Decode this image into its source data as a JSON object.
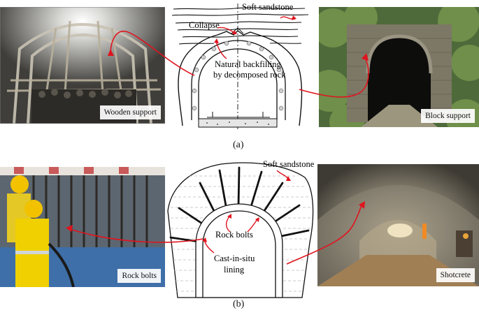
{
  "panel_a": {
    "caption": "(a)",
    "photo_left_label": "Wooden support",
    "photo_right_label": "Block support",
    "diagram_labels": {
      "soft_sandstone": "Soft sandstone",
      "collapse": "Collapse",
      "backfill_line1": "Natural backfilling",
      "backfill_line2": "by decomposed rock"
    }
  },
  "panel_b": {
    "caption": "(b)",
    "photo_left_label": "Rock bolts",
    "photo_right_label": "Shotcrete",
    "diagram_labels": {
      "soft_sandstone": "Soft sandstone",
      "rock_bolts": "Rock bolts",
      "lining_line1": "Cast-in-situ",
      "lining_line2": "lining"
    }
  },
  "colors": {
    "arrow": "#e0141e",
    "line": "#111111"
  }
}
